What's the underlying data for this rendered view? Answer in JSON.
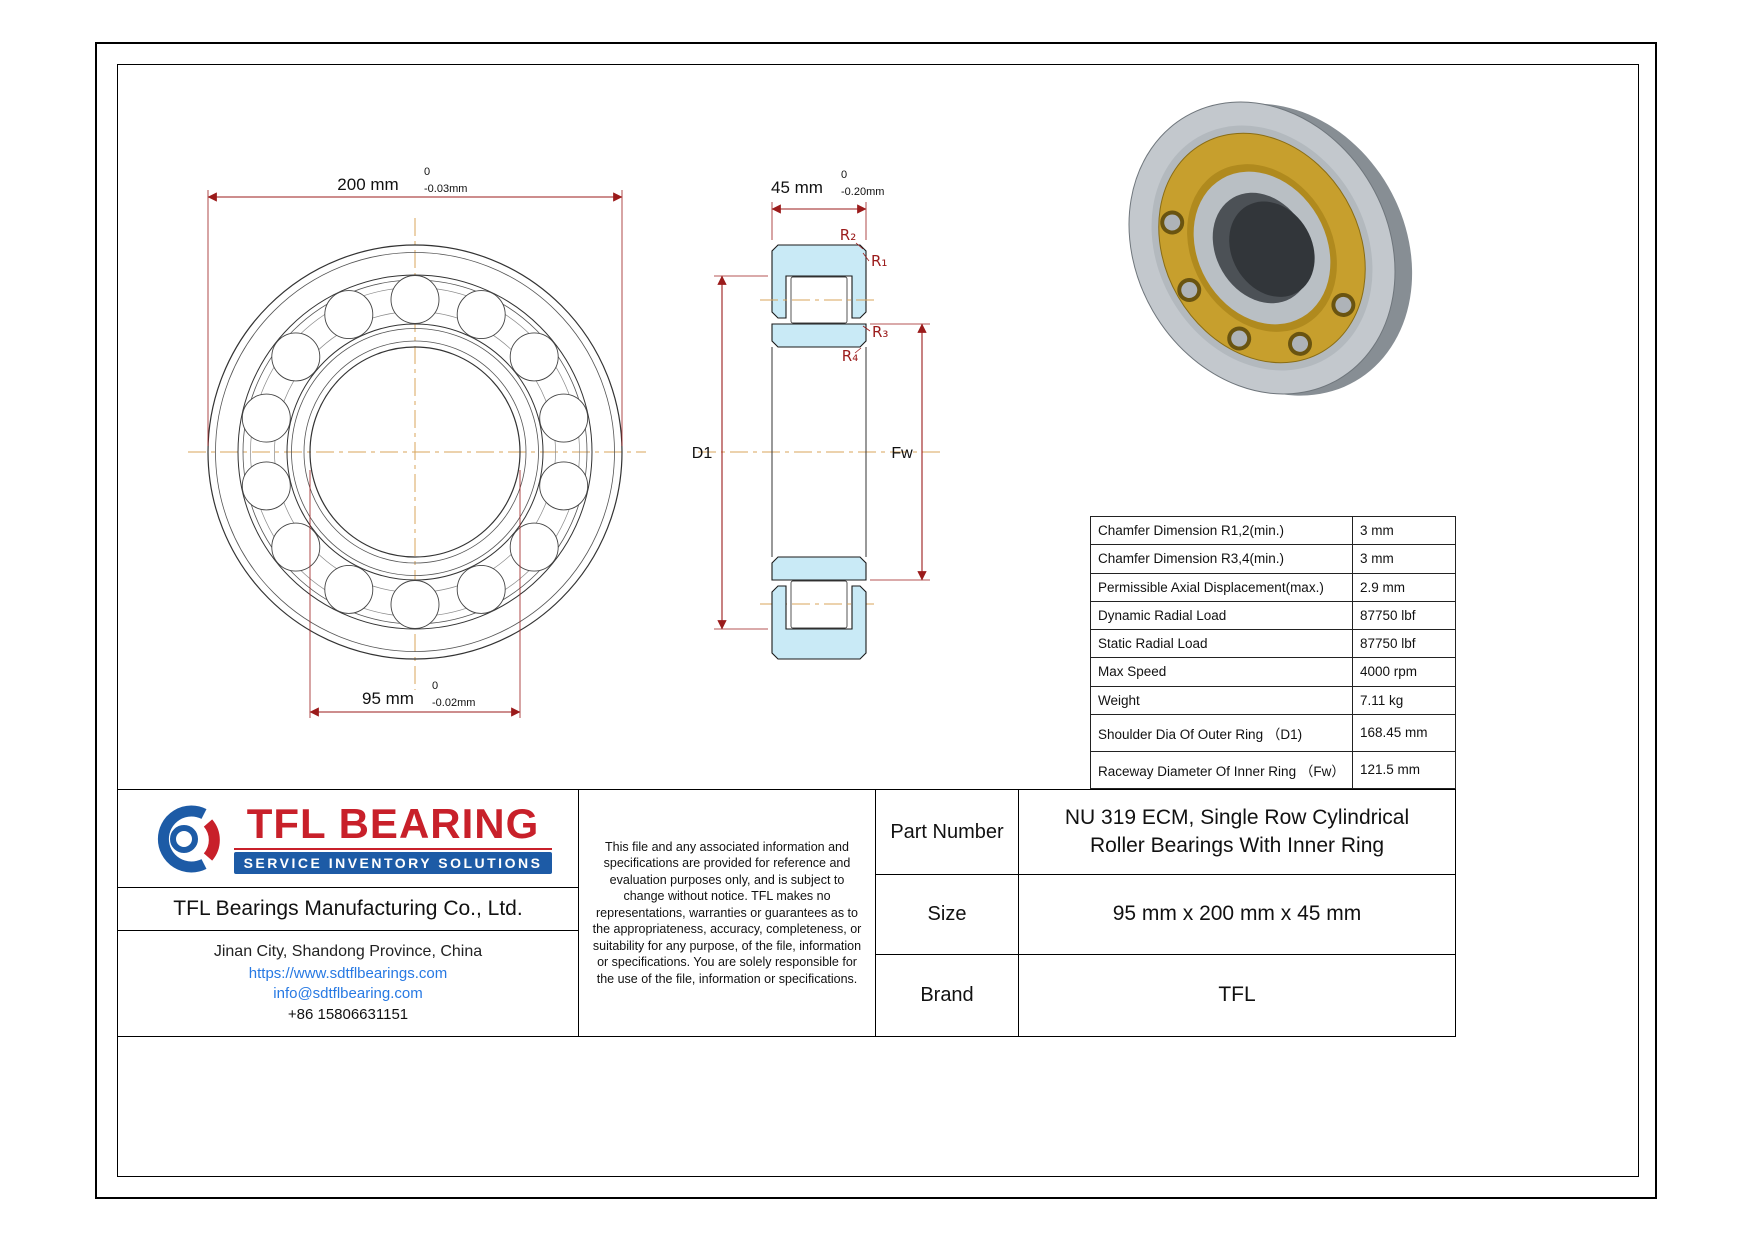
{
  "drawing": {
    "front_view": {
      "dim_outer": {
        "value": "200 mm",
        "tol_top": "0",
        "tol_bottom": "-0.03mm"
      },
      "dim_bore": {
        "value": "95 mm",
        "tol_top": "0",
        "tol_bottom": "-0.02mm"
      }
    },
    "section_view": {
      "dim_width": {
        "value": "45 mm",
        "tol_top": "0",
        "tol_bottom": "-0.20mm"
      },
      "label_r1": "R₁",
      "label_r2": "R₂",
      "label_r3": "R₃",
      "label_r4": "R₄",
      "label_d1": "D1",
      "label_fw": "Fw"
    }
  },
  "spec_table": {
    "rows": [
      {
        "label": "Chamfer Dimension R1,2(min.)",
        "value": "3 mm"
      },
      {
        "label": "Chamfer Dimension R3,4(min.)",
        "value": "3 mm"
      },
      {
        "label": "Permissible Axial Displacement(max.)",
        "value": "2.9 mm"
      },
      {
        "label": "Dynamic Radial Load",
        "value": "87750 lbf"
      },
      {
        "label": "Static Radial Load",
        "value": "87750 lbf"
      },
      {
        "label": "Max Speed",
        "value": "4000 rpm"
      },
      {
        "label": "Weight",
        "value": "7.11 kg"
      },
      {
        "label": "Shoulder Dia Of Outer Ring （D1)",
        "value": "168.45 mm"
      },
      {
        "label": "Raceway Diameter Of Inner Ring （Fw）",
        "value": "121.5 mm"
      }
    ]
  },
  "title_block": {
    "logo": {
      "text": "TFL BEARING",
      "tagline": "SERVICE INVENTORY SOLUTIONS"
    },
    "company_name": "TFL Bearings Manufacturing Co., Ltd.",
    "address": "Jinan City, Shandong Province, China",
    "website": "https://www.sdtflbearings.com",
    "email": "info@sdtflbearing.com",
    "phone": "+86 15806631151",
    "disclaimer": "This file and any associated information and specifications are provided for reference and evaluation purposes only, and is subject to change without notice. TFL makes no representations, warranties or guarantees as to the appropriateness, accuracy, completeness, or suitability for any purpose, of the file, information or specifications. You are solely responsible for the use of the file, information or specifications.",
    "part_number_label": "Part Number",
    "part_number": "NU 319 ECM, Single Row Cylindrical Roller Bearings With Inner Ring",
    "size_label": "Size",
    "size": "95 mm x 200 mm x 45 mm",
    "brand_label": "Brand",
    "brand": "TFL"
  },
  "colors": {
    "dimension_red": "#9b1b1b",
    "section_fill_blue": "#c9eaf6",
    "centerline_tan": "#d9a45b",
    "logo_red": "#c8202a",
    "logo_blue": "#1d5ba6",
    "link_blue": "#2779e3",
    "brass": "#c79f2d"
  }
}
